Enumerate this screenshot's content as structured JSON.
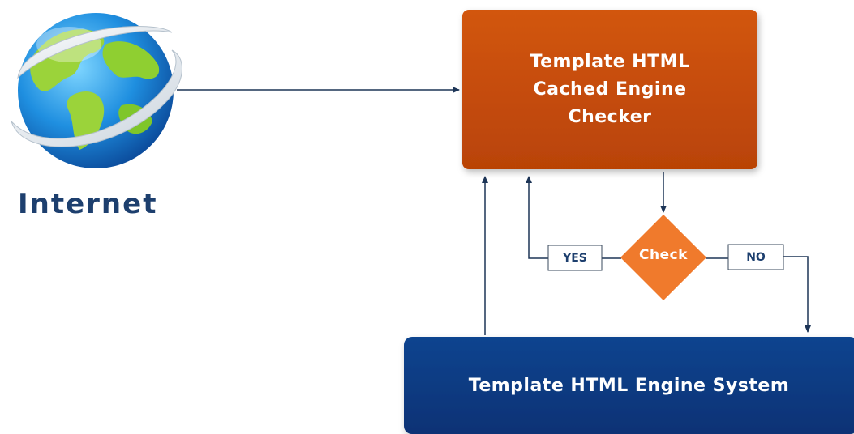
{
  "internet": {
    "label": "Internet"
  },
  "checker": {
    "label": "Template HTML Cached Engine Checker"
  },
  "decision": {
    "label": "Check",
    "yes_label": "YES",
    "no_label": "NO"
  },
  "engine": {
    "label": "Template HTML Engine System"
  },
  "colors": {
    "checker_fill": "#c84b08",
    "decision_fill": "#f07a2c",
    "engine_fill": "#0d3b82",
    "arrow": "#1d3557",
    "label_text": "#1d3f6e"
  }
}
